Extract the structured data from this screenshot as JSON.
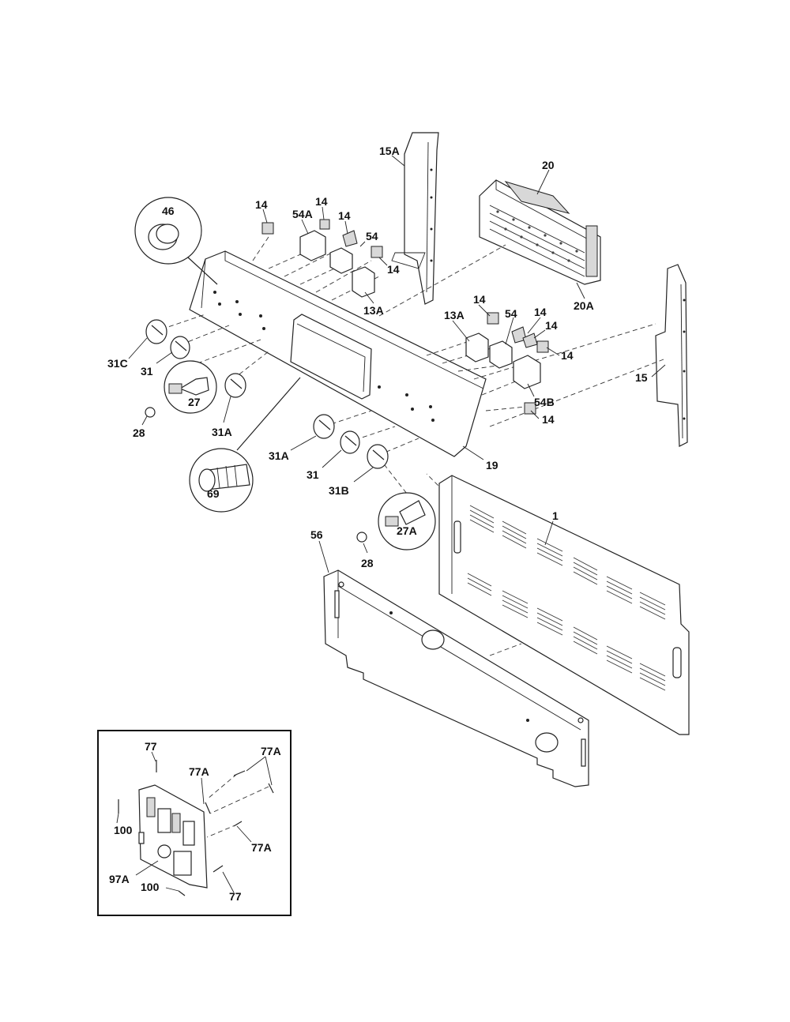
{
  "callouts": {
    "c_15A": "15A",
    "c_20": "20",
    "c_20A": "20A",
    "c_14_a": "14",
    "c_54A": "54A",
    "c_14_b": "14",
    "c_14_c": "14",
    "c_54_a": "54",
    "c_14_d": "14",
    "c_13A_a": "13A",
    "c_46": "46",
    "c_14_e": "14",
    "c_13A_b": "13A",
    "c_54_b": "54",
    "c_14_f": "14",
    "c_14_g": "14",
    "c_14_h": "14",
    "c_54B": "54B",
    "c_14_i": "14",
    "c_15": "15",
    "c_31C": "31C",
    "c_31_a": "31",
    "c_27": "27",
    "c_28_a": "28",
    "c_31A_a": "31A",
    "c_69": "69",
    "c_31A_b": "31A",
    "c_31_b": "31",
    "c_31B": "31B",
    "c_19": "19",
    "c_27A": "27A",
    "c_28_b": "28",
    "c_1": "1",
    "c_56": "56",
    "c_77_a": "77",
    "c_77A_a": "77A",
    "c_77A_b": "77A",
    "c_100_a": "100",
    "c_77A_c": "77A",
    "c_97A": "97A",
    "c_100_b": "100",
    "c_77_b": "77"
  }
}
